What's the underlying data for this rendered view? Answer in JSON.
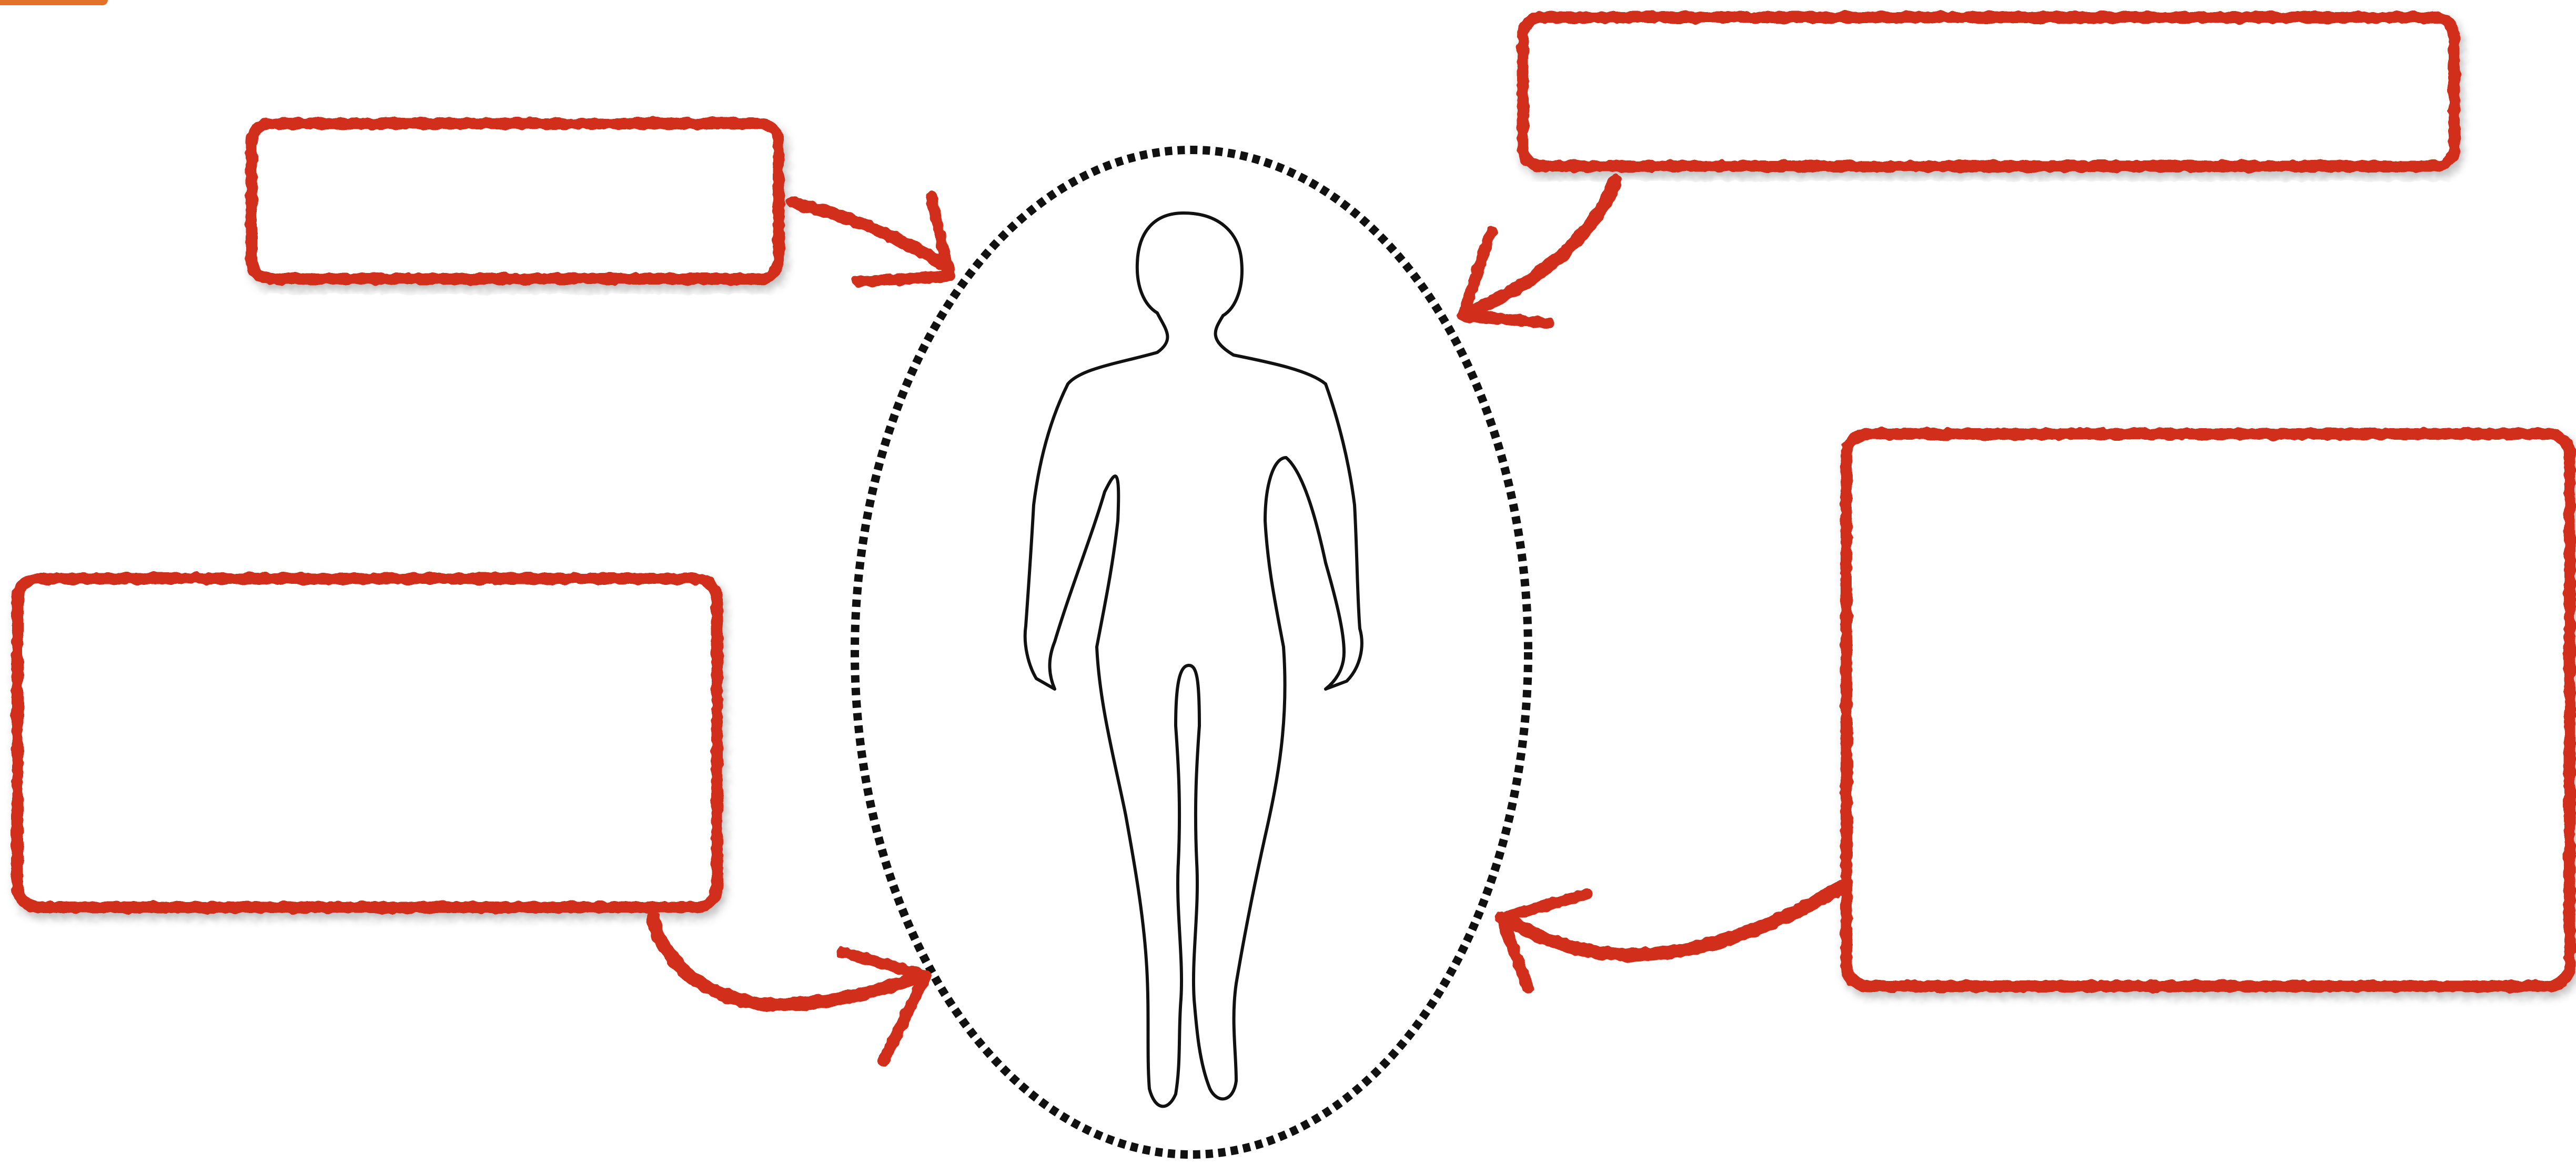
{
  "diagram": {
    "colors": {
      "accent": "#d22e1a",
      "outline": "#111111",
      "ellipse": "#111111",
      "background": "#ffffff",
      "corner_tab": "#e4712a"
    },
    "center": {
      "shape": "dotted-ellipse",
      "icon": "human-silhouette-icon"
    },
    "boxes": [
      {
        "id": "top-left",
        "text": ""
      },
      {
        "id": "top-right",
        "text": ""
      },
      {
        "id": "bottom-left",
        "text": ""
      },
      {
        "id": "bottom-right",
        "text": ""
      }
    ],
    "connectors": [
      {
        "from": "top-left",
        "to": "center"
      },
      {
        "from": "top-right",
        "to": "center"
      },
      {
        "from": "bottom-left",
        "to": "center"
      },
      {
        "from": "bottom-right",
        "to": "center"
      }
    ]
  }
}
